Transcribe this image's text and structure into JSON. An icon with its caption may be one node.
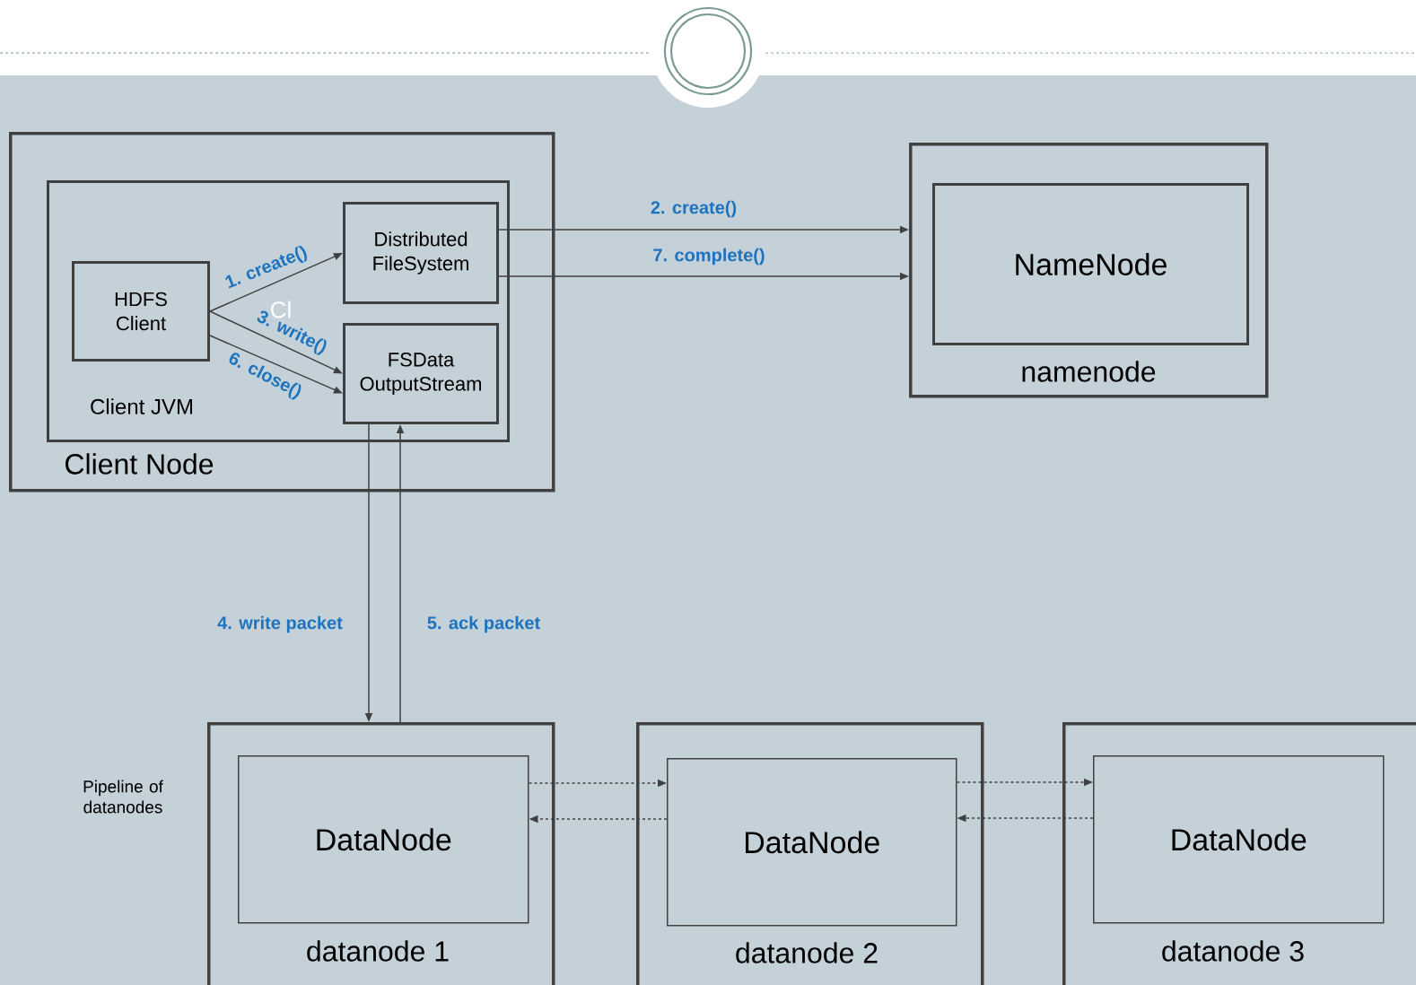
{
  "diagram": {
    "nodes": [
      {
        "text": [
          "Client Node"
        ]
      },
      {
        "text": [
          "Client JVM"
        ],
        "in": 0
      },
      {
        "text": [
          "HDFS Client"
        ],
        "in": 1
      },
      {
        "text": [
          "Distributed FileSystem"
        ],
        "in": 1
      },
      {
        "text": [
          "FSData OutputStream"
        ],
        "in": 1
      },
      {
        "text": [
          "namenode"
        ]
      },
      {
        "text": [
          "NameNode"
        ],
        "in": 5
      },
      {
        "text": [
          "datanode 1"
        ]
      },
      {
        "text": [
          "DataNode"
        ],
        "in": 7
      },
      {
        "text": [
          "datanode 2"
        ]
      },
      {
        "text": [
          "DataNode"
        ],
        "in": 9
      },
      {
        "text": [
          "datanode 3"
        ]
      },
      {
        "text": [
          "DataNode"
        ],
        "in": 11
      }
    ],
    "edges": [
      {
        "from": 2,
        "to": 3,
        "arrow": "to",
        "label": "1. create()"
      },
      {
        "from": 3,
        "to": 5,
        "arrow": "to",
        "label": "2. create()"
      },
      {
        "from": 2,
        "to": 4,
        "arrow": "to",
        "label": "3. write()"
      },
      {
        "from": 4,
        "to": 7,
        "arrow": "to",
        "label": "4. write packet"
      },
      {
        "from": 7,
        "to": 4,
        "arrow": "to",
        "label": "5. ack packet"
      },
      {
        "from": 2,
        "to": 4,
        "arrow": "to",
        "label": "6. close()"
      },
      {
        "from": 3,
        "to": 5,
        "arrow": "to",
        "label": "7. complete()"
      },
      {
        "from": 8,
        "to": 10,
        "arrow": "to",
        "style": "dashed"
      },
      {
        "from": 10,
        "to": 8,
        "arrow": "to",
        "style": "dashed"
      },
      {
        "from": 10,
        "to": 12,
        "arrow": "to",
        "style": "dashed"
      },
      {
        "from": 12,
        "to": 10,
        "arrow": "to",
        "style": "dashed"
      }
    ],
    "labels": [
      "Cl",
      "Pipeline of datanodes"
    ]
  }
}
